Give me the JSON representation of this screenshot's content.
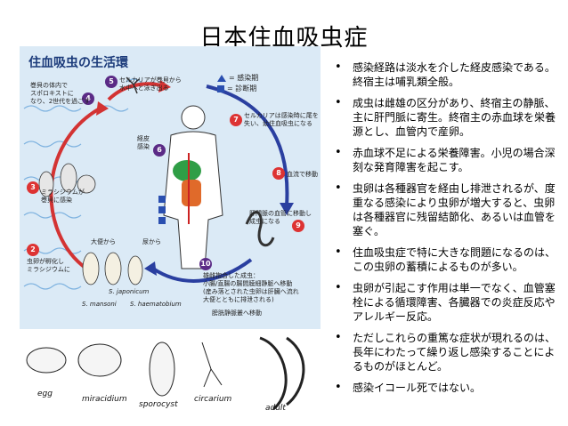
{
  "slide": {
    "title": "日本住血吸虫症"
  },
  "figure": {
    "title": "住血吸虫の生活環",
    "legend": {
      "infective_stage": "= 感染期",
      "diagnostic_stage": "= 診断期"
    },
    "annotations": {
      "step4": "巻貝の体内で\nスポロキストに\nなり、2世代を過ごす",
      "step5": "セルカリアが巻貝から\n水中へと泳ぎ出る",
      "step6": "経皮\n感染",
      "step7": "セルカリアは感染時に尾を\n失い、幼住血吸虫になる",
      "step8": "血流で移動",
      "step9": "肝門脈の血管に移動し\n成虫になる",
      "step10": "雄雌抱合した成虫：\n小腸/直腸の腸間膜細静脈へ移動\n(産み落とされた虫卵は肝臓へ流れ\n大便とともに排泄される)",
      "step10b": "膀胱静脈叢へ移動",
      "step3": "ミラシジウムが\n巻貝に感染",
      "step2": "虫卵が孵化し\nミラシジウムに",
      "feces": "大便から",
      "urine": "尿から",
      "species": [
        "S. mansoni",
        "S. japonicum",
        "S. haematobium"
      ]
    },
    "step_numbers": [
      "2",
      "3",
      "4",
      "5",
      "6",
      "7",
      "8",
      "9",
      "10"
    ],
    "life_stages": [
      "egg",
      "miracidium",
      "sporocyst",
      "circarium",
      "adult"
    ]
  },
  "bullets": [
    "感染経路は淡水を介した経皮感染である。終宿主は哺乳類全般。",
    "成虫は雌雄の区分があり、終宿主の静脈、主に肝門脈に寄生。終宿主の赤血球を栄養源とし、血管内で産卵。",
    "赤血球不足による栄養障害。小児の場合深刻な発育障害を起こす。",
    "虫卵は各種器官を経由し排泄されるが、度重なる感染により虫卵が増大すると、虫卵は各種器官に残留結節化、あるいは血管を塞ぐ。",
    "住血吸虫症で特に大きな問題になるのは、この虫卵の蓄積によるものが多い。",
    "虫卵が引起こす作用は単一でなく、血管塞栓による循環障害、各臓器での炎症反応やアレルギー反応。",
    "ただしこれらの重篤な症状が現れるのは、長年にわたって繰り返し感染することによるものがほとんど。",
    "感染イコール死ではない。"
  ],
  "colors": {
    "figure_bg": "#dbeaf6",
    "title_blue": "#1b3a7a",
    "cycle_red": "#d33333",
    "cycle_blue": "#2a3fa0",
    "step_purple": "#5b2b86"
  }
}
